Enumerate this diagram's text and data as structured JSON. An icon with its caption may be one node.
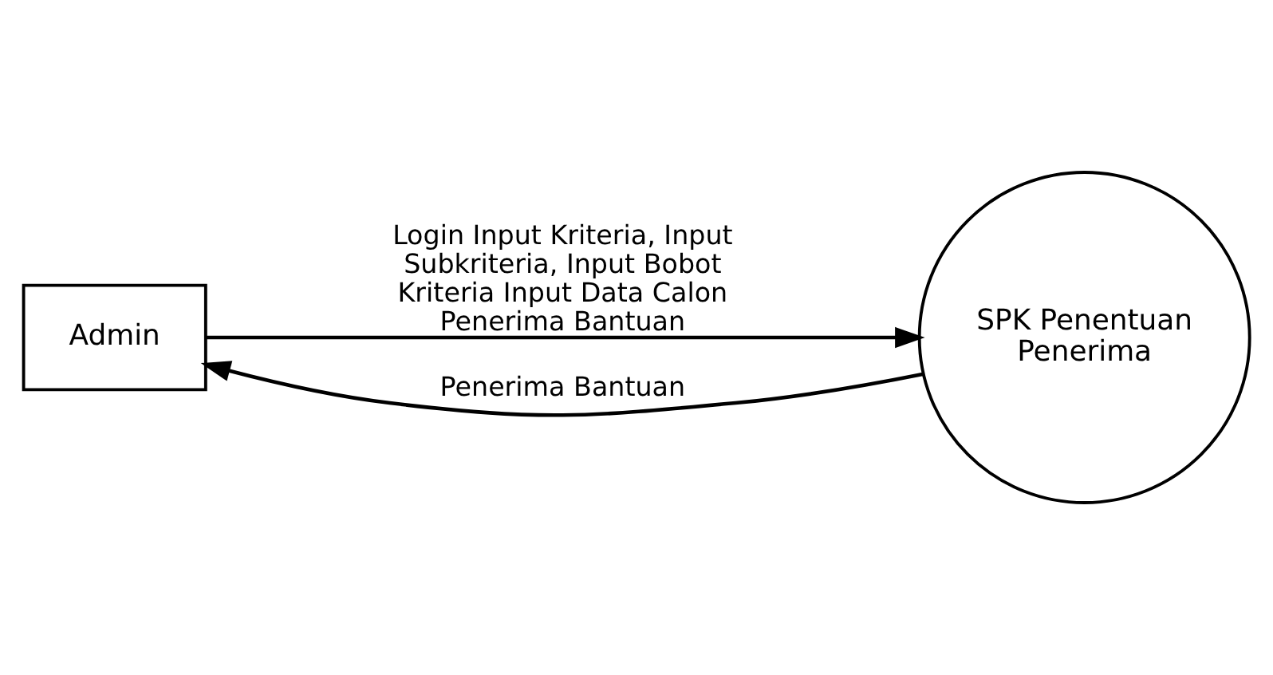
{
  "diagram": {
    "nodes": [
      {
        "text": [
          "Admin"
        ]
      },
      {
        "text": [
          "SPK Penentuan Penerima"
        ]
      }
    ],
    "edges": [
      {
        "from": 0,
        "to": 1,
        "arrow": "to",
        "label": "Login Input Kriteria, Input Subkriteria, Input Bobot Kriteria Input Data Calon Penerima Bantuan"
      },
      {
        "from": 1,
        "to": 0,
        "arrow": "to",
        "label": "Penerima Bantuan"
      }
    ]
  }
}
